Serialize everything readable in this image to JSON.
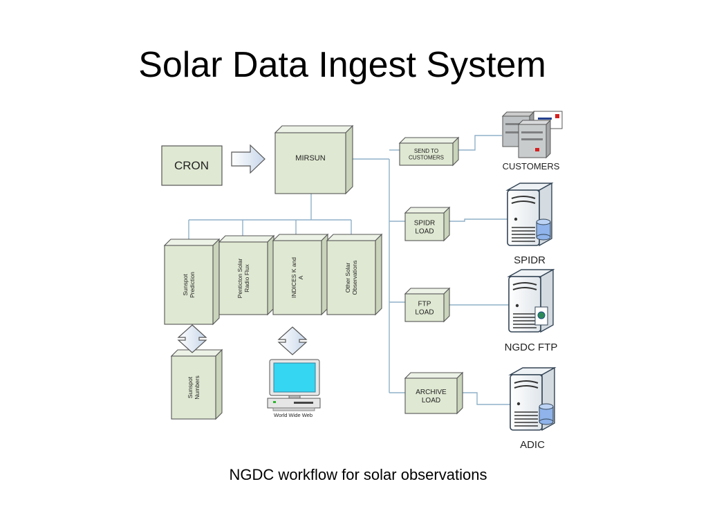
{
  "slide": {
    "title": "Solar Data Ingest System",
    "caption": "NGDC workflow for solar observations"
  },
  "nodes": {
    "cron": "CRON",
    "mirsun": "MIRSUN",
    "sunspot_prediction": [
      "Sunspot",
      "Prediction"
    ],
    "penticton_flux": [
      "Penticton Solar",
      "Radio Flux"
    ],
    "indices_k_a": [
      "INDICES K and",
      "A"
    ],
    "other_solar": [
      "Other Solar",
      "Observations"
    ],
    "sunspot_numbers": [
      "Sunspot",
      "Numbers"
    ],
    "send_to_customers": [
      "SEND TO",
      "CUSTOMERS"
    ],
    "spidr_load": [
      "SPIDR",
      "LOAD"
    ],
    "ftp_load": [
      "FTP",
      "LOAD"
    ],
    "archive_load": [
      "ARCHIVE",
      "LOAD"
    ]
  },
  "servers": {
    "customers": "CUSTOMERS",
    "spidr": "SPIDR",
    "ngdc_ftp": "NGDC FTP",
    "adic": "ADIC"
  },
  "web": {
    "label": "World Wide Web"
  },
  "colors": {
    "box_front": "#dfe8d2",
    "box_side": "#c9d4bb",
    "box_top": "#edf2e6",
    "line": "#8fb0c8"
  }
}
